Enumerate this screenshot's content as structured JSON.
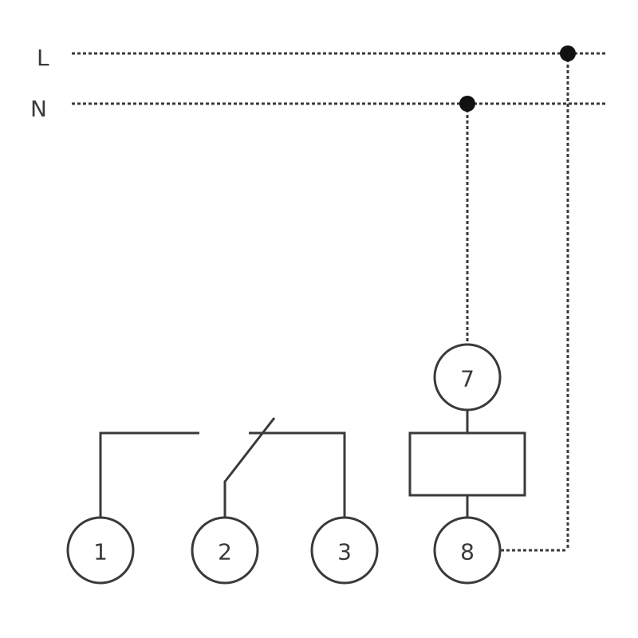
{
  "lines": {
    "live_label": "L",
    "neutral_label": "N"
  },
  "terminals": [
    "1",
    "2",
    "3",
    "7",
    "8"
  ],
  "colors": {
    "wire": "#3a3a3a",
    "junction": "#111111",
    "background": "#ffffff"
  }
}
